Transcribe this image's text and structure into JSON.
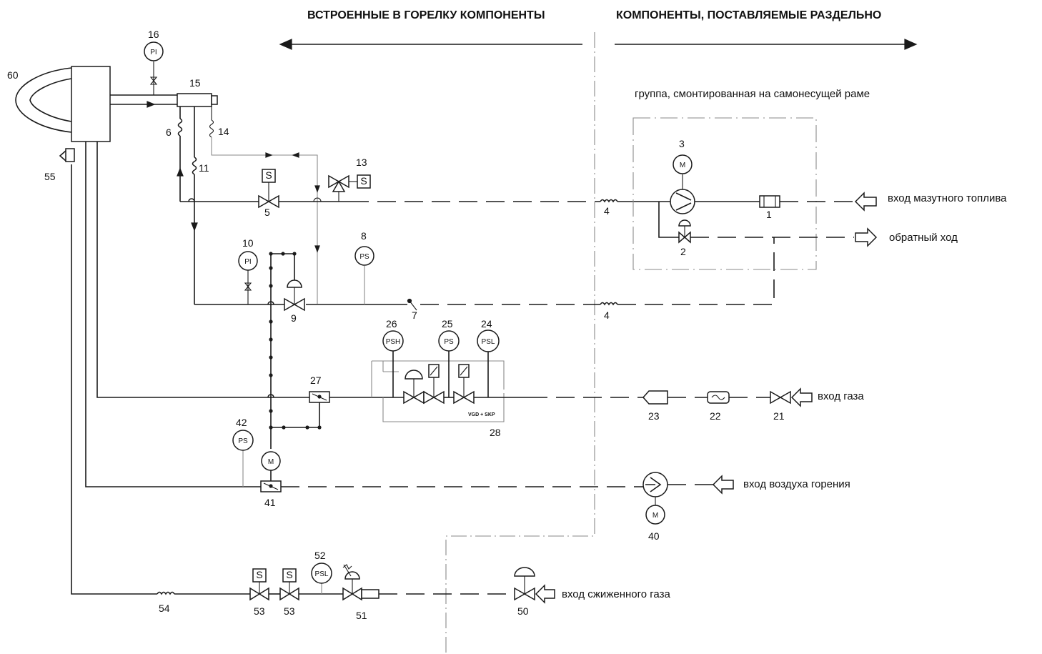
{
  "headers": {
    "left": "ВСТРОЕННЫЕ В ГОРЕЛКУ КОМПОНЕНТЫ",
    "right": "КОМПОНЕНТЫ, ПОСТАВЛЯЕМЫЕ РАЗДЕЛЬНО"
  },
  "labels": {
    "skid_group": "группа, смонтированная на самонесущей раме",
    "oil_inlet": "вход мазутного топлива",
    "oil_return": "обратный ход",
    "gas_inlet": "вход газа",
    "air_inlet": "вход воздуха горения",
    "lpg_inlet": "вход сжиженного газа",
    "valve_group_mark": "VGD + SKP"
  },
  "instruments": {
    "pi": "PI",
    "ps": "PS",
    "psh": "PSH",
    "psl": "PSL",
    "motor": "M",
    "solenoid": "S"
  },
  "numbers": {
    "n1": "1",
    "n2": "2",
    "n3": "3",
    "n4a": "4",
    "n4b": "4",
    "n5": "5",
    "n6": "6",
    "n7": "7",
    "n8": "8",
    "n9": "9",
    "n10": "10",
    "n11": "11",
    "n13": "13",
    "n14": "14",
    "n15": "15",
    "n16": "16",
    "n21": "21",
    "n22": "22",
    "n23": "23",
    "n24": "24",
    "n25": "25",
    "n26": "26",
    "n27": "27",
    "n28": "28",
    "n40": "40",
    "n41": "41",
    "n42": "42",
    "n50": "50",
    "n51": "51",
    "n52": "52",
    "n53a": "53",
    "n53b": "53",
    "n54": "54",
    "n55": "55",
    "n60": "60"
  },
  "colors": {
    "line": "#1a1a1a",
    "auxiliary": "#8a8a8a",
    "background": "#ffffff"
  }
}
